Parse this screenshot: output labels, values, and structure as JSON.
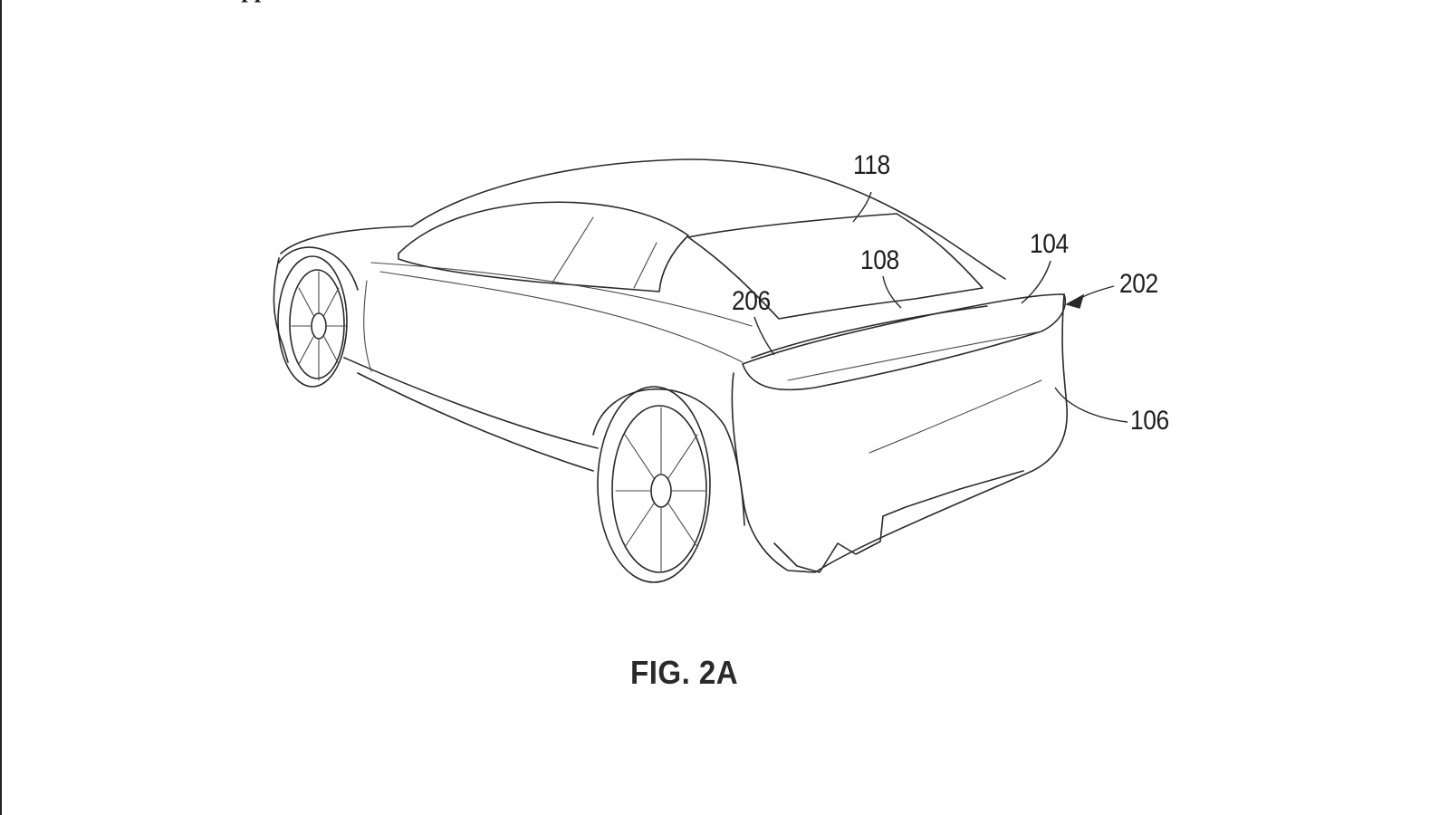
{
  "document": {
    "top_text": "upp",
    "figure_caption": "FIG. 2A"
  },
  "reference_labels": {
    "r118": "118",
    "r108": "108",
    "r104": "104",
    "r202": "202",
    "r206": "206",
    "r106": "106"
  },
  "colors": {
    "line": "#2a2a2a",
    "background": "#ffffff"
  }
}
